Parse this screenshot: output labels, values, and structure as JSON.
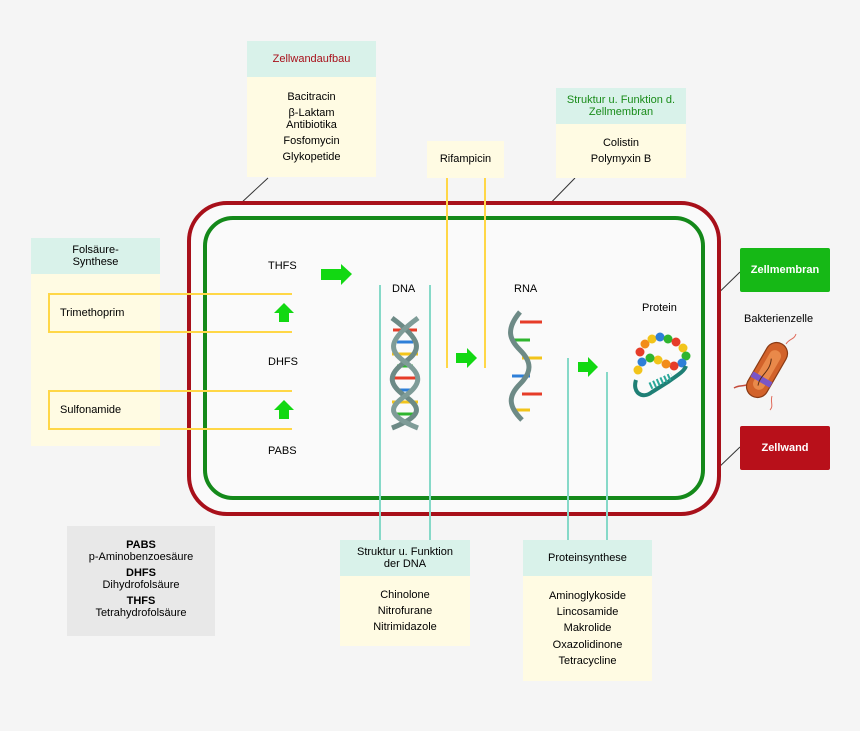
{
  "cell_wall_box": {
    "title": "Zellwandaufbau",
    "items": [
      "Bacitracin",
      "β-Laktam Antibiotika",
      "Fosfomycin",
      "Glykopetide"
    ]
  },
  "rifampicin_box": {
    "title": "Rifampicin"
  },
  "membrane_box": {
    "title": "Struktur u. Funktion d. Zellmembran",
    "items": [
      "Colistin",
      "Polymyxin B"
    ]
  },
  "folate_box": {
    "title": "Folsäure-Synthese",
    "items": [
      "Trimethoprim",
      "Sulfonamide"
    ]
  },
  "dna_box": {
    "title": "Struktur u. Funktion der DNA",
    "items": [
      "Chinolone",
      "Nitrofurane",
      "Nitrimidazole"
    ]
  },
  "protein_box": {
    "title": "Proteinsynthese",
    "items": [
      "Aminoglykoside",
      "Lincosamide",
      "Makrolide",
      "Oxazolidinone",
      "Tetracycline"
    ]
  },
  "labels": {
    "thfs": "THFS",
    "dhfs": "DHFS",
    "pabs": "PABS",
    "dna": "DNA",
    "rna": "RNA",
    "protein": "Protein",
    "bacterium": "Bakterienzelle"
  },
  "tags": {
    "membrane": "Zellmembran",
    "wall": "Zellwand"
  },
  "legend": [
    {
      "term": "PABS",
      "definition": "p-Aminobenzoesäure"
    },
    {
      "term": "DHFS",
      "definition": "Dihydrofolsäure"
    },
    {
      "term": "THFS",
      "definition": "Tetrahydrofolsäure"
    }
  ],
  "colors": {
    "cell_wall": "#a8101a",
    "cell_membrane": "#14891a",
    "arrow": "#12d812",
    "box_fill": "#fffbe3",
    "box_header": "#d9f2ea",
    "header_red": "#a8101a",
    "header_green": "#1a8c1a",
    "yellow_line": "#ffd747",
    "teal_line": "#86d9c8"
  }
}
